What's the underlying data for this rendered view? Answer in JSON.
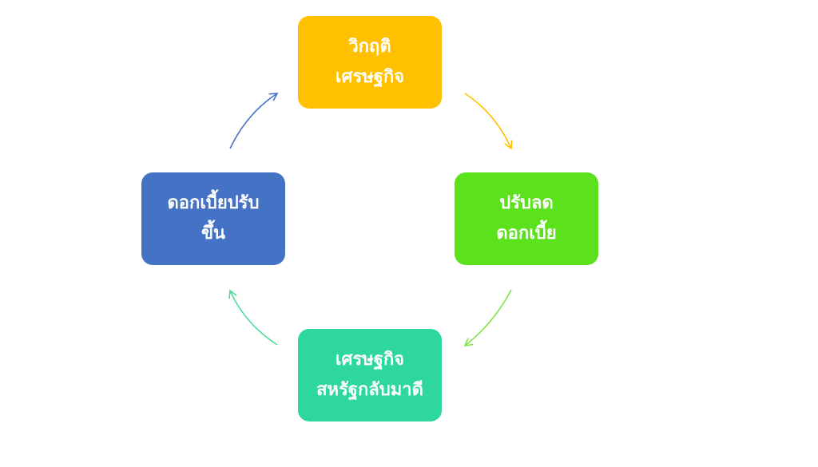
{
  "diagram": {
    "nodes": [
      {
        "id": "top",
        "lines": [
          "วิกฤติ",
          "เศรษฐกิจ"
        ],
        "color": "#FFC000"
      },
      {
        "id": "right",
        "lines": [
          "ปรับลด",
          "ดอกเบี้ย"
        ],
        "color": "#5BE21C"
      },
      {
        "id": "bottom",
        "lines": [
          "เศรษฐกิจ",
          "สหรัฐกลับมาดี"
        ],
        "color": "#2ED6A0"
      },
      {
        "id": "left",
        "lines": [
          "ดอกเบี้ยปรับ",
          "ขึ้น"
        ],
        "color": "#4472C4"
      }
    ],
    "edges": [
      {
        "from": "top",
        "to": "right",
        "color": "#FFC000"
      },
      {
        "from": "right",
        "to": "bottom",
        "color": "#7FE34A"
      },
      {
        "from": "bottom",
        "to": "left",
        "color": "#4FDB9A"
      },
      {
        "from": "left",
        "to": "top",
        "color": "#4472C4"
      }
    ]
  }
}
